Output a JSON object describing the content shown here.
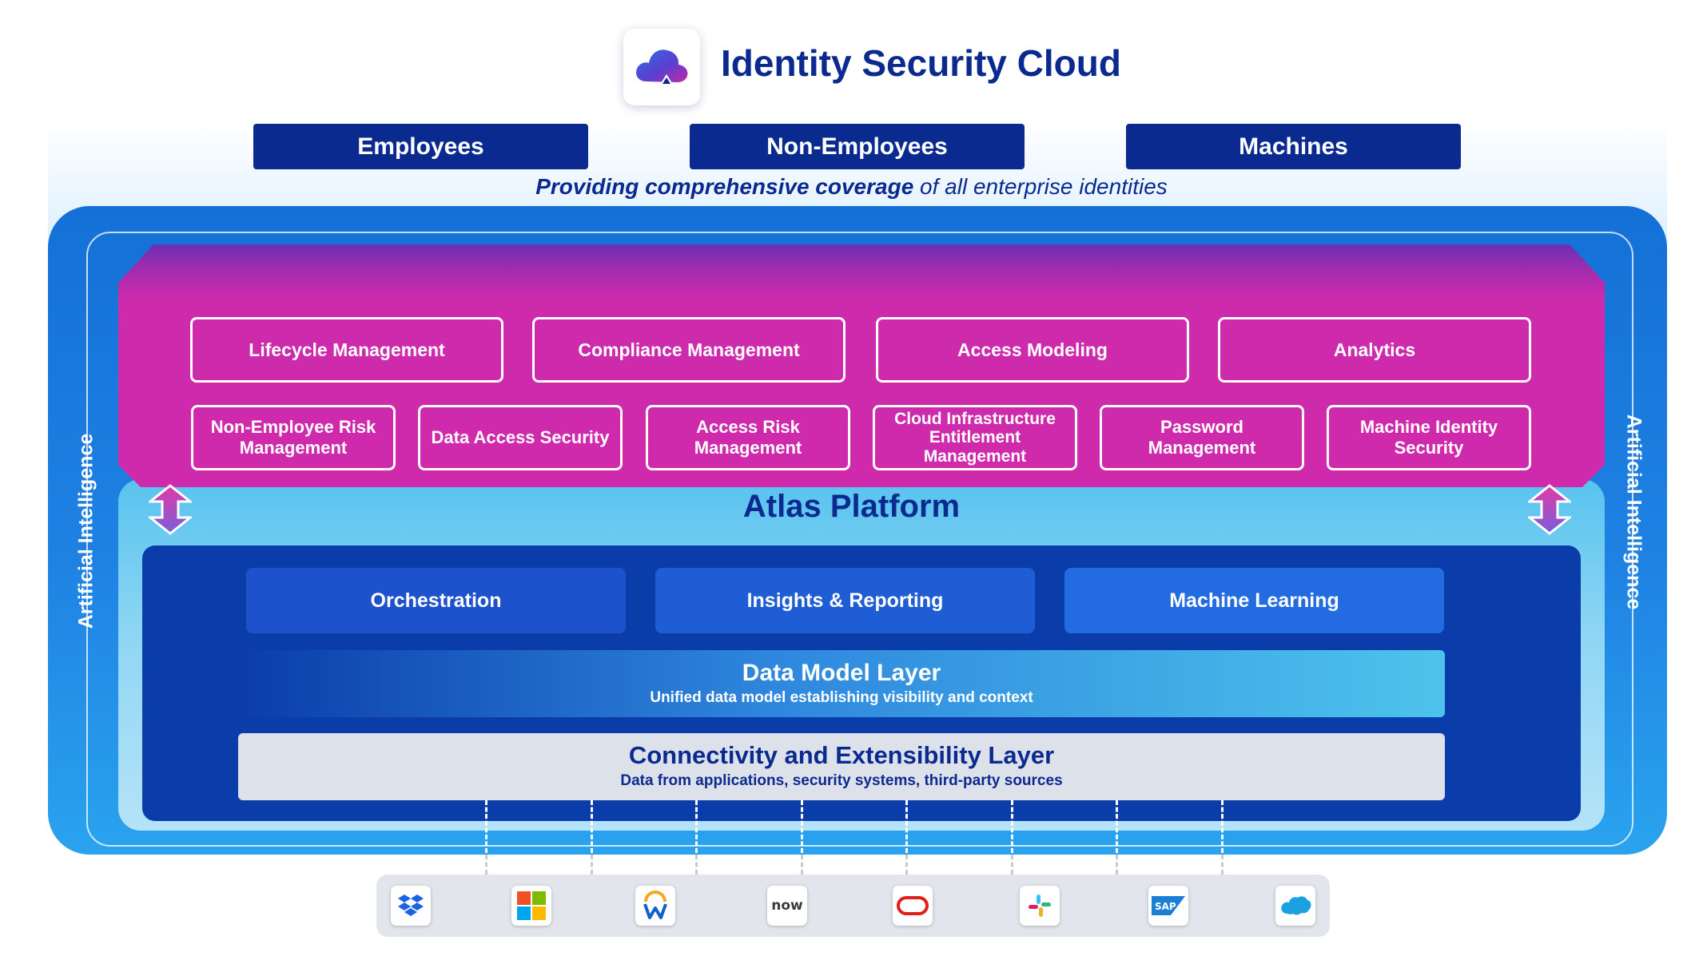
{
  "header": {
    "logo_icon": "cloud-logo-icon",
    "title": "Identity Security Cloud"
  },
  "identities": [
    "Employees",
    "Non-Employees",
    "Machines"
  ],
  "tagline": {
    "bold": "Providing comprehensive coverage",
    "rest": " of all enterprise identities"
  },
  "side_label": "Artificial Intelligence",
  "capabilities_row1": [
    "Lifecycle Management",
    "Compliance Management",
    "Access Modeling",
    "Analytics"
  ],
  "capabilities_row2": [
    "Non-Employee Risk Management",
    "Data Access Security",
    "Access Risk Management",
    "Cloud Infrastructure Entitlement Management",
    "Password Management",
    "Machine Identity Security"
  ],
  "platform": {
    "title": "Atlas Platform",
    "services": [
      "Orchestration",
      "Insights & Reporting",
      "Machine Learning"
    ],
    "data_model": {
      "title": "Data Model Layer",
      "subtitle": "Unified data model establishing visibility and context"
    },
    "connectivity": {
      "title": "Connectivity and Extensibility Layer",
      "subtitle": "Data from applications, security systems, third-party sources"
    }
  },
  "integrations": [
    {
      "name": "dropbox-logo-icon"
    },
    {
      "name": "microsoft-logo-icon"
    },
    {
      "name": "workday-logo-icon"
    },
    {
      "name": "servicenow-logo-icon",
      "text": "now"
    },
    {
      "name": "oracle-logo-icon"
    },
    {
      "name": "slack-logo-icon"
    },
    {
      "name": "sap-logo-icon",
      "text": "SAP"
    },
    {
      "name": "salesforce-logo-icon"
    }
  ],
  "colors": {
    "navy": "#0b2a8f",
    "magenta": "#cf2aab",
    "platform_blue": "#1470d6",
    "inner_blue": "#0b3daa",
    "light_blue": "#58c3ee"
  }
}
